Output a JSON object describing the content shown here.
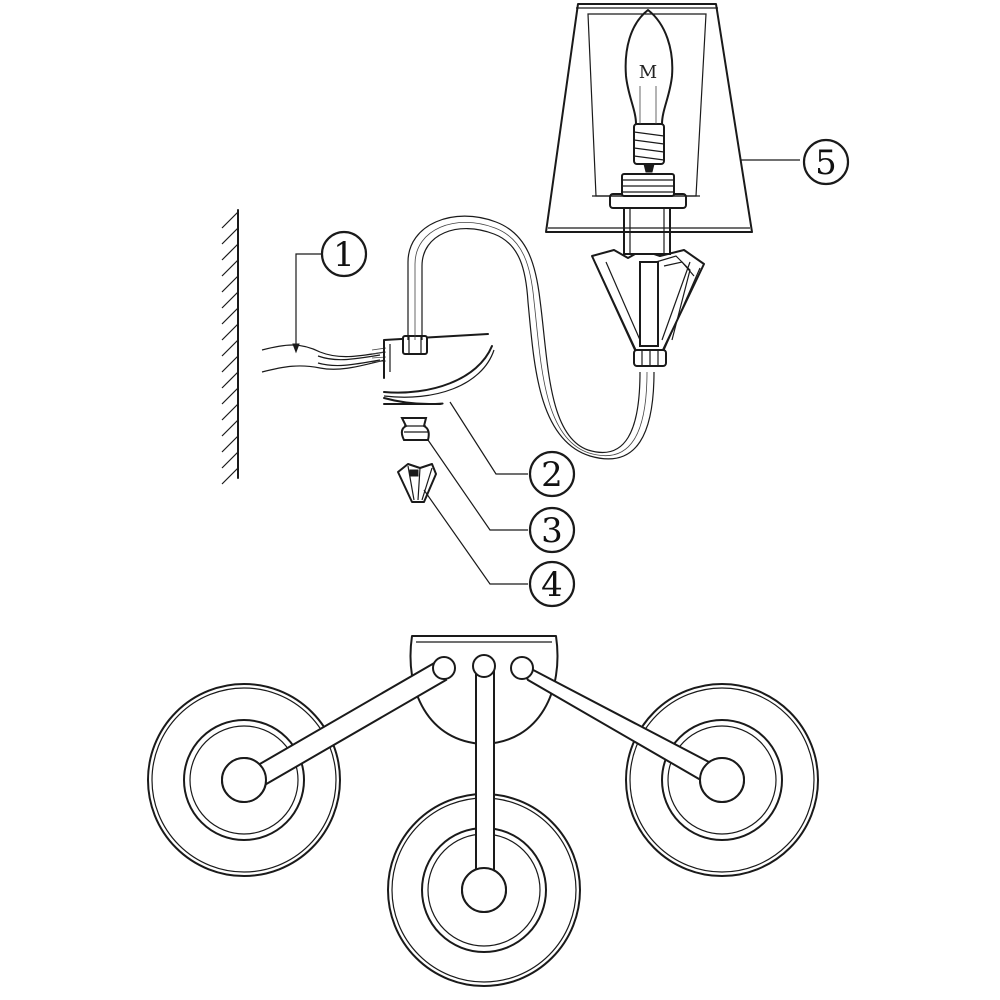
{
  "callouts": {
    "one": "1",
    "two": "2",
    "three": "3",
    "four": "4",
    "five": "5"
  },
  "bulb_filament_glyph": "M"
}
